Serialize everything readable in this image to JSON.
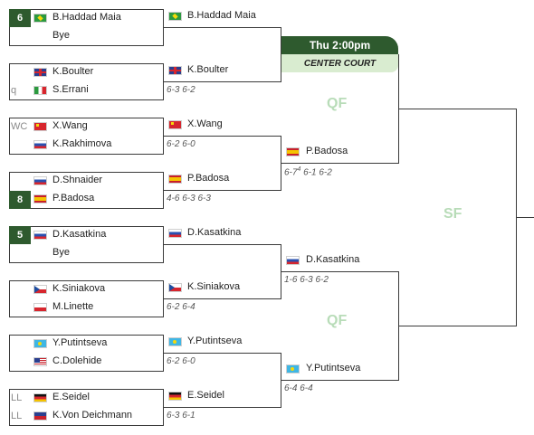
{
  "court": {
    "time": "Thu 2:00pm",
    "name": "CENTER COURT"
  },
  "rounds": {
    "qf_top": "QF",
    "qf_bottom": "QF",
    "sf": "SF"
  },
  "r1": [
    {
      "seed": "6",
      "p1": {
        "name": "B.Haddad Maia",
        "flag": "brazil"
      },
      "p2": {
        "name": "Bye"
      }
    },
    {
      "p1": {
        "name": "K.Boulter",
        "flag": "uk"
      },
      "p2": {
        "tag": "q",
        "name": "S.Errani",
        "flag": "italy"
      }
    },
    {
      "p1": {
        "tag": "WC",
        "name": "X.Wang",
        "flag": "china"
      },
      "p2": {
        "name": "K.Rakhimova",
        "flag": "russia"
      }
    },
    {
      "seed": "8",
      "p1": {
        "name": "D.Shnaider",
        "flag": "russia"
      },
      "p2": {
        "name": "P.Badosa",
        "flag": "spain"
      }
    },
    {
      "seed": "5",
      "p1": {
        "name": "D.Kasatkina",
        "flag": "russia"
      },
      "p2": {
        "name": "Bye"
      }
    },
    {
      "p1": {
        "name": "K.Siniakova",
        "flag": "czech"
      },
      "p2": {
        "name": "M.Linette",
        "flag": "poland"
      }
    },
    {
      "p1": {
        "name": "Y.Putintseva",
        "flag": "kazakhstan"
      },
      "p2": {
        "name": "C.Dolehide",
        "flag": "usa"
      }
    },
    {
      "p1": {
        "tag": "LL",
        "name": "E.Seidel",
        "flag": "germany"
      },
      "p2": {
        "tag": "LL",
        "name": "K.Von Deichmann",
        "flag": "liechtenstein"
      }
    }
  ],
  "r2": [
    {
      "name": "B.Haddad Maia",
      "flag": "brazil",
      "score": ""
    },
    {
      "name": "K.Boulter",
      "flag": "uk",
      "score": "6-3 6-2"
    },
    {
      "name": "X.Wang",
      "flag": "china",
      "score": "6-2 6-0"
    },
    {
      "name": "P.Badosa",
      "flag": "spain",
      "score": "4-6 6-3 6-3"
    },
    {
      "name": "D.Kasatkina",
      "flag": "russia",
      "score": ""
    },
    {
      "name": "K.Siniakova",
      "flag": "czech",
      "score": "6-2 6-4"
    },
    {
      "name": "Y.Putintseva",
      "flag": "kazakhstan",
      "score": "6-2 6-0"
    },
    {
      "name": "E.Seidel",
      "flag": "germany",
      "score": "6-3 6-1"
    }
  ],
  "r3": [
    {
      "name": "P.Badosa",
      "flag": "spain",
      "score_parts": [
        "6-7",
        "4",
        " 6-1 6-2"
      ]
    },
    {
      "name": "D.Kasatkina",
      "flag": "russia",
      "score": "1-6 6-3 6-2"
    },
    {
      "name": "Y.Putintseva",
      "flag": "kazakhstan",
      "score": "6-4 6-4"
    }
  ]
}
